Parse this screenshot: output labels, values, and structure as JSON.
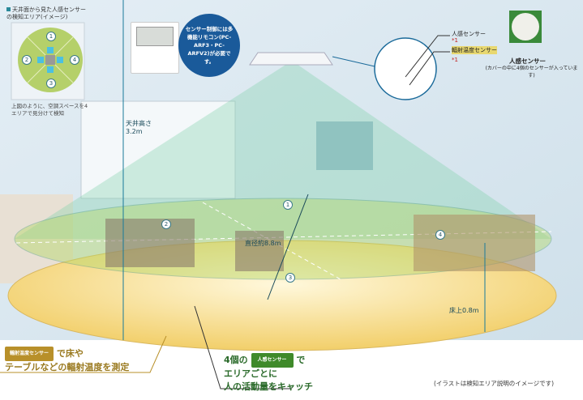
{
  "panel": {
    "title": "天井面から見た人感センサーの検知エリア(イメージ)",
    "caption": "上図のように、空調スペースを4エリアで見分けて検知",
    "areas": [
      "1",
      "2",
      "3",
      "4"
    ]
  },
  "remote_note": "センサー制御には多機能リモコン(PC-ARF3・PC-ARFV2)が必要です。",
  "dimensions": {
    "ceiling_height": "天井高さ\n3.2m",
    "diameter": "直径約8.8m",
    "above_floor": "床上0.8m"
  },
  "scene_areas": [
    "1",
    "2",
    "3",
    "4"
  ],
  "sensor_callouts": {
    "human_sensor": "人感センサー",
    "human_note": "*1",
    "radiant_sensor": "輻射温度センサー",
    "radiant_note": "*1",
    "photo_title": "人感センサー",
    "photo_caption": "(カバーの中に4個のセンサーが入っています)"
  },
  "bottom_left": {
    "badge": "輻射温度センサー",
    "line1": "で床や",
    "line2": "テーブルなどの輻射温度を測定"
  },
  "bottom_center": {
    "prefix": "4個の",
    "badge": "人感センサー",
    "suffix": "で",
    "line2": "エリアごとに",
    "line3": "人の活動量をキャッチ"
  },
  "footnote": "(イラストは検知エリア説明のイメージです)",
  "colors": {
    "cone": "#7fd0a8",
    "floor": "#f5d77a",
    "bubble": "#1a5a9a",
    "badge_green": "#3f8a2a",
    "badge_gold": "#b8902a"
  }
}
